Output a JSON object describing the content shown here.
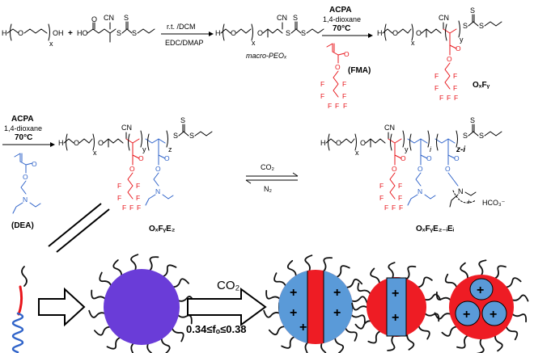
{
  "scheme": {
    "reagents": {
      "coupling_top": "r.t. /DCM",
      "coupling_bottom": "EDC/DMAP",
      "raft1_initiator": "ACPA",
      "raft1_solvent": "1,4-dioxane",
      "raft1_temp": "70°C",
      "raft2_initiator": "ACPA",
      "raft2_solvent": "1,4-dioxane",
      "raft2_temp": "70°C",
      "switch_forward": "CO₂",
      "switch_reverse": "N₂"
    },
    "monomers": {
      "fma": "(FMA)",
      "dea": "(DEA)"
    },
    "compounds": {
      "macro_peo": "macro-PEOₓ",
      "oxfy": "OₓFᵧ",
      "oxfyez": "OₓFᵧE₂",
      "oxfyezi": "OₓFᵧE₂₋ᵢEᵢ",
      "bicarbonate": "HCO₃⁻",
      "plus_sign": "+"
    },
    "subscripts": {
      "x": "x",
      "y": "y",
      "z": "z",
      "i": "i",
      "z_minus_i": "z-i"
    },
    "atoms": {
      "O": "O",
      "H": "H",
      "OH": "OH",
      "CN": "CN",
      "S": "S",
      "F": "F",
      "N": "N",
      "HO": "HO",
      "plus": "+"
    },
    "bottom": {
      "co2_label": "CO₂",
      "condition": "0.34≤fₒ≤0.38"
    }
  },
  "colors": {
    "fma": "#e8151b",
    "dea": "#2f63c9",
    "core": "#6a3cd8",
    "plus": "#000000"
  }
}
